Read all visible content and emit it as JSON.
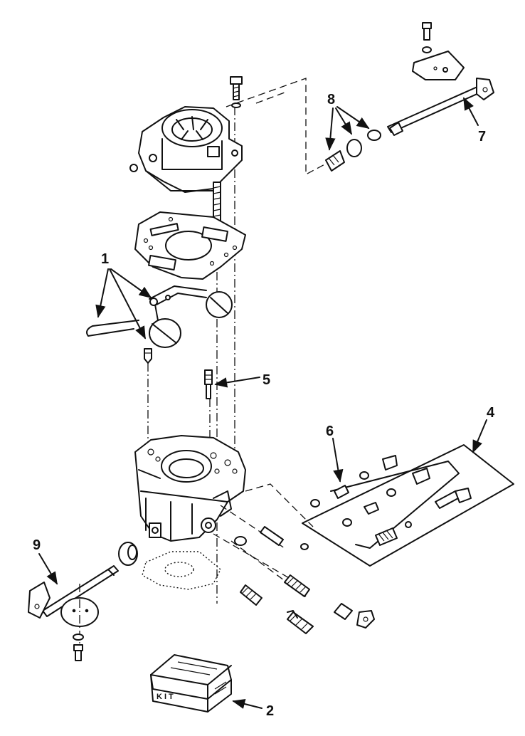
{
  "callouts": {
    "c1": "1",
    "c2": "2",
    "c4": "4",
    "c5": "5",
    "c6": "6",
    "c7": "7",
    "c8": "8",
    "c9": "9"
  },
  "kit_label": "KIT",
  "line_color": "#111111",
  "background_color": "#ffffff"
}
